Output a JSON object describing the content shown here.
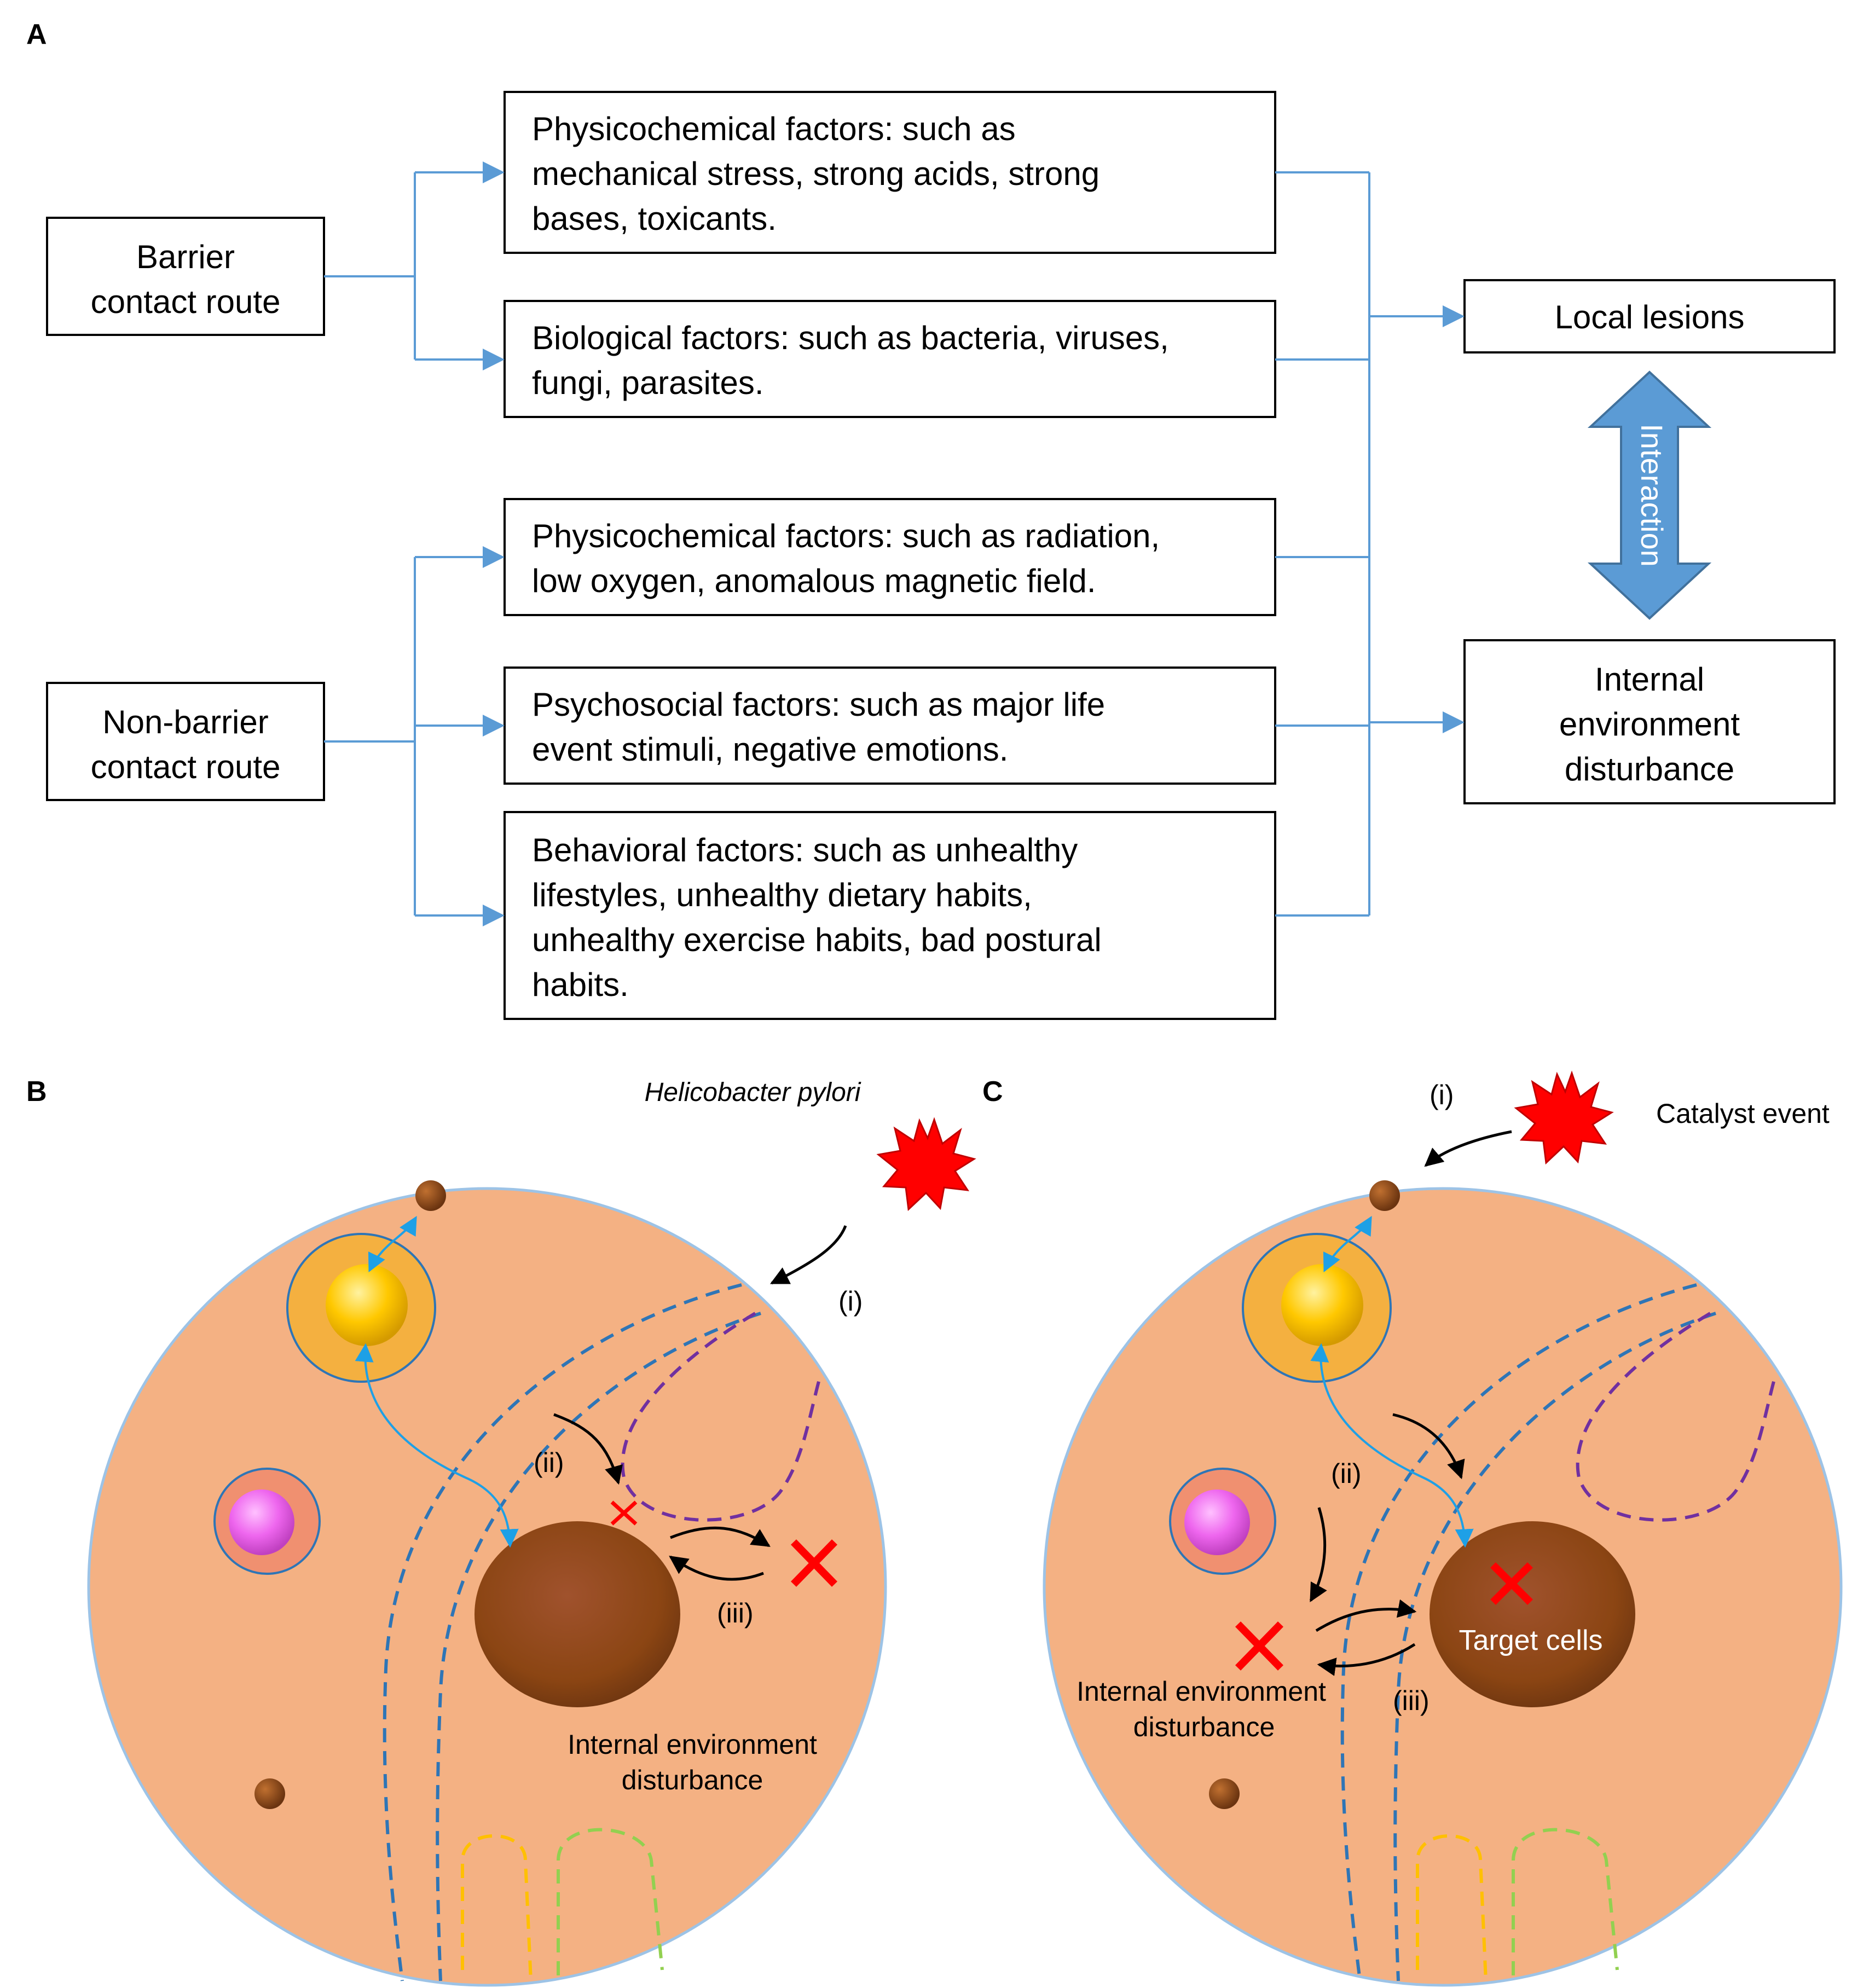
{
  "panels": {
    "a": "A",
    "b": "B",
    "c": "C"
  },
  "routes": {
    "barrier": [
      "Barrier",
      "contact route"
    ],
    "non_barrier": [
      "Non-barrier",
      "contact route"
    ]
  },
  "factors": {
    "f1": [
      "Physicochemical factors: such as",
      "mechanical stress, strong acids, strong",
      "bases, toxicants."
    ],
    "f2": [
      "Biological factors: such as bacteria, viruses,",
      "fungi, parasites."
    ],
    "f3": [
      "Physicochemical factors: such as radiation,",
      "low oxygen, anomalous magnetic field."
    ],
    "f4": [
      "Psychosocial factors: such as major life",
      "event stimuli, negative emotions."
    ],
    "f5": [
      "Behavioral factors: such as unhealthy",
      "lifestyles, unhealthy dietary habits,",
      "unhealthy exercise habits, bad postural",
      "habits."
    ]
  },
  "outcomes": {
    "local": "Local lesions",
    "internal": [
      "Internal",
      "environment",
      "disturbance"
    ],
    "interaction": "Interaction"
  },
  "panel_b": {
    "pathogen": "Helicobacter pylori",
    "step1": "(i)",
    "step2": "(ii)",
    "step3": "(iii)",
    "disturbance": [
      "Internal environment",
      "disturbance"
    ]
  },
  "panel_c": {
    "catalyst": "Catalyst event",
    "step1": "(i)",
    "step2": "(ii)",
    "step3": "(iii)",
    "target": "Target cells",
    "disturbance": [
      "Internal environment",
      "disturbance"
    ]
  },
  "colors": {
    "connector": "#5b9bd5",
    "arrow_fill": "#5b9bd5",
    "cell_body": "#f4b183",
    "cell_outline": "#9dc3e6",
    "nucleus": "#8b4513",
    "star": "#ff0000",
    "dash_blue": "#2e75b6",
    "dash_purple": "#7030a0",
    "dash_yellow": "#ffc000",
    "dash_green": "#92d050"
  }
}
